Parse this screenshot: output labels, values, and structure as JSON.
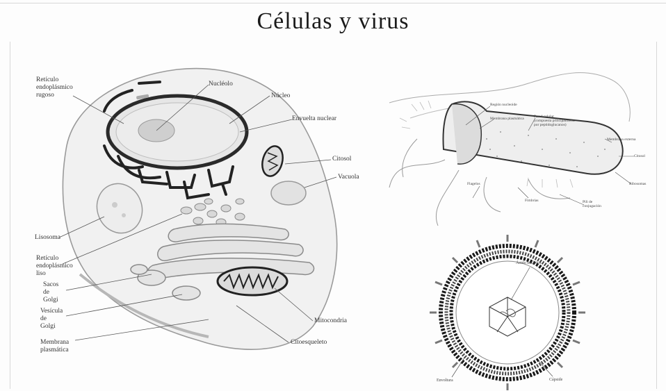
{
  "title": "Células y virus",
  "animal_cell": {
    "labels": {
      "rer": "Retículo\nendoplásmico\nrugoso",
      "nucleolo": "Nucléolo",
      "nucleo": "Núcleo",
      "envoltura": "Envuelta nuclear",
      "citosol": "Citosol",
      "vacuola": "Vacuola",
      "lisosoma": "Lisosoma",
      "rel": "Retículo\nendoplásmico\nliso",
      "golgi_sacos": "Sacos\nde\nGolgi",
      "golgi_vesicula": "Vesícula\nde\nGolgi",
      "membrana": "Membrana\nplasmática",
      "mitocondria": "Mitocondria",
      "citoesqueleto": "Citoesqueleto"
    }
  },
  "bacterium": {
    "labels": {
      "region_nucleoide": "Región nucleoide",
      "membrana_plasmatica": "Membrana plasmática",
      "pared": "Pared celular\n(compuesta principalmente\npor peptidoglucanos)",
      "membrana_externa": "Membrana externa",
      "citosol": "Citosol",
      "ribosomas": "Ribosomas",
      "flagelos": "Flagelos",
      "fimbrias": "Fimbrias",
      "pili": "Pili de\nconjugación"
    }
  },
  "virus": {
    "labels": {
      "acido": "Ácido nucleico",
      "envoltura": "Envoltura",
      "capside": "Cápside"
    }
  }
}
